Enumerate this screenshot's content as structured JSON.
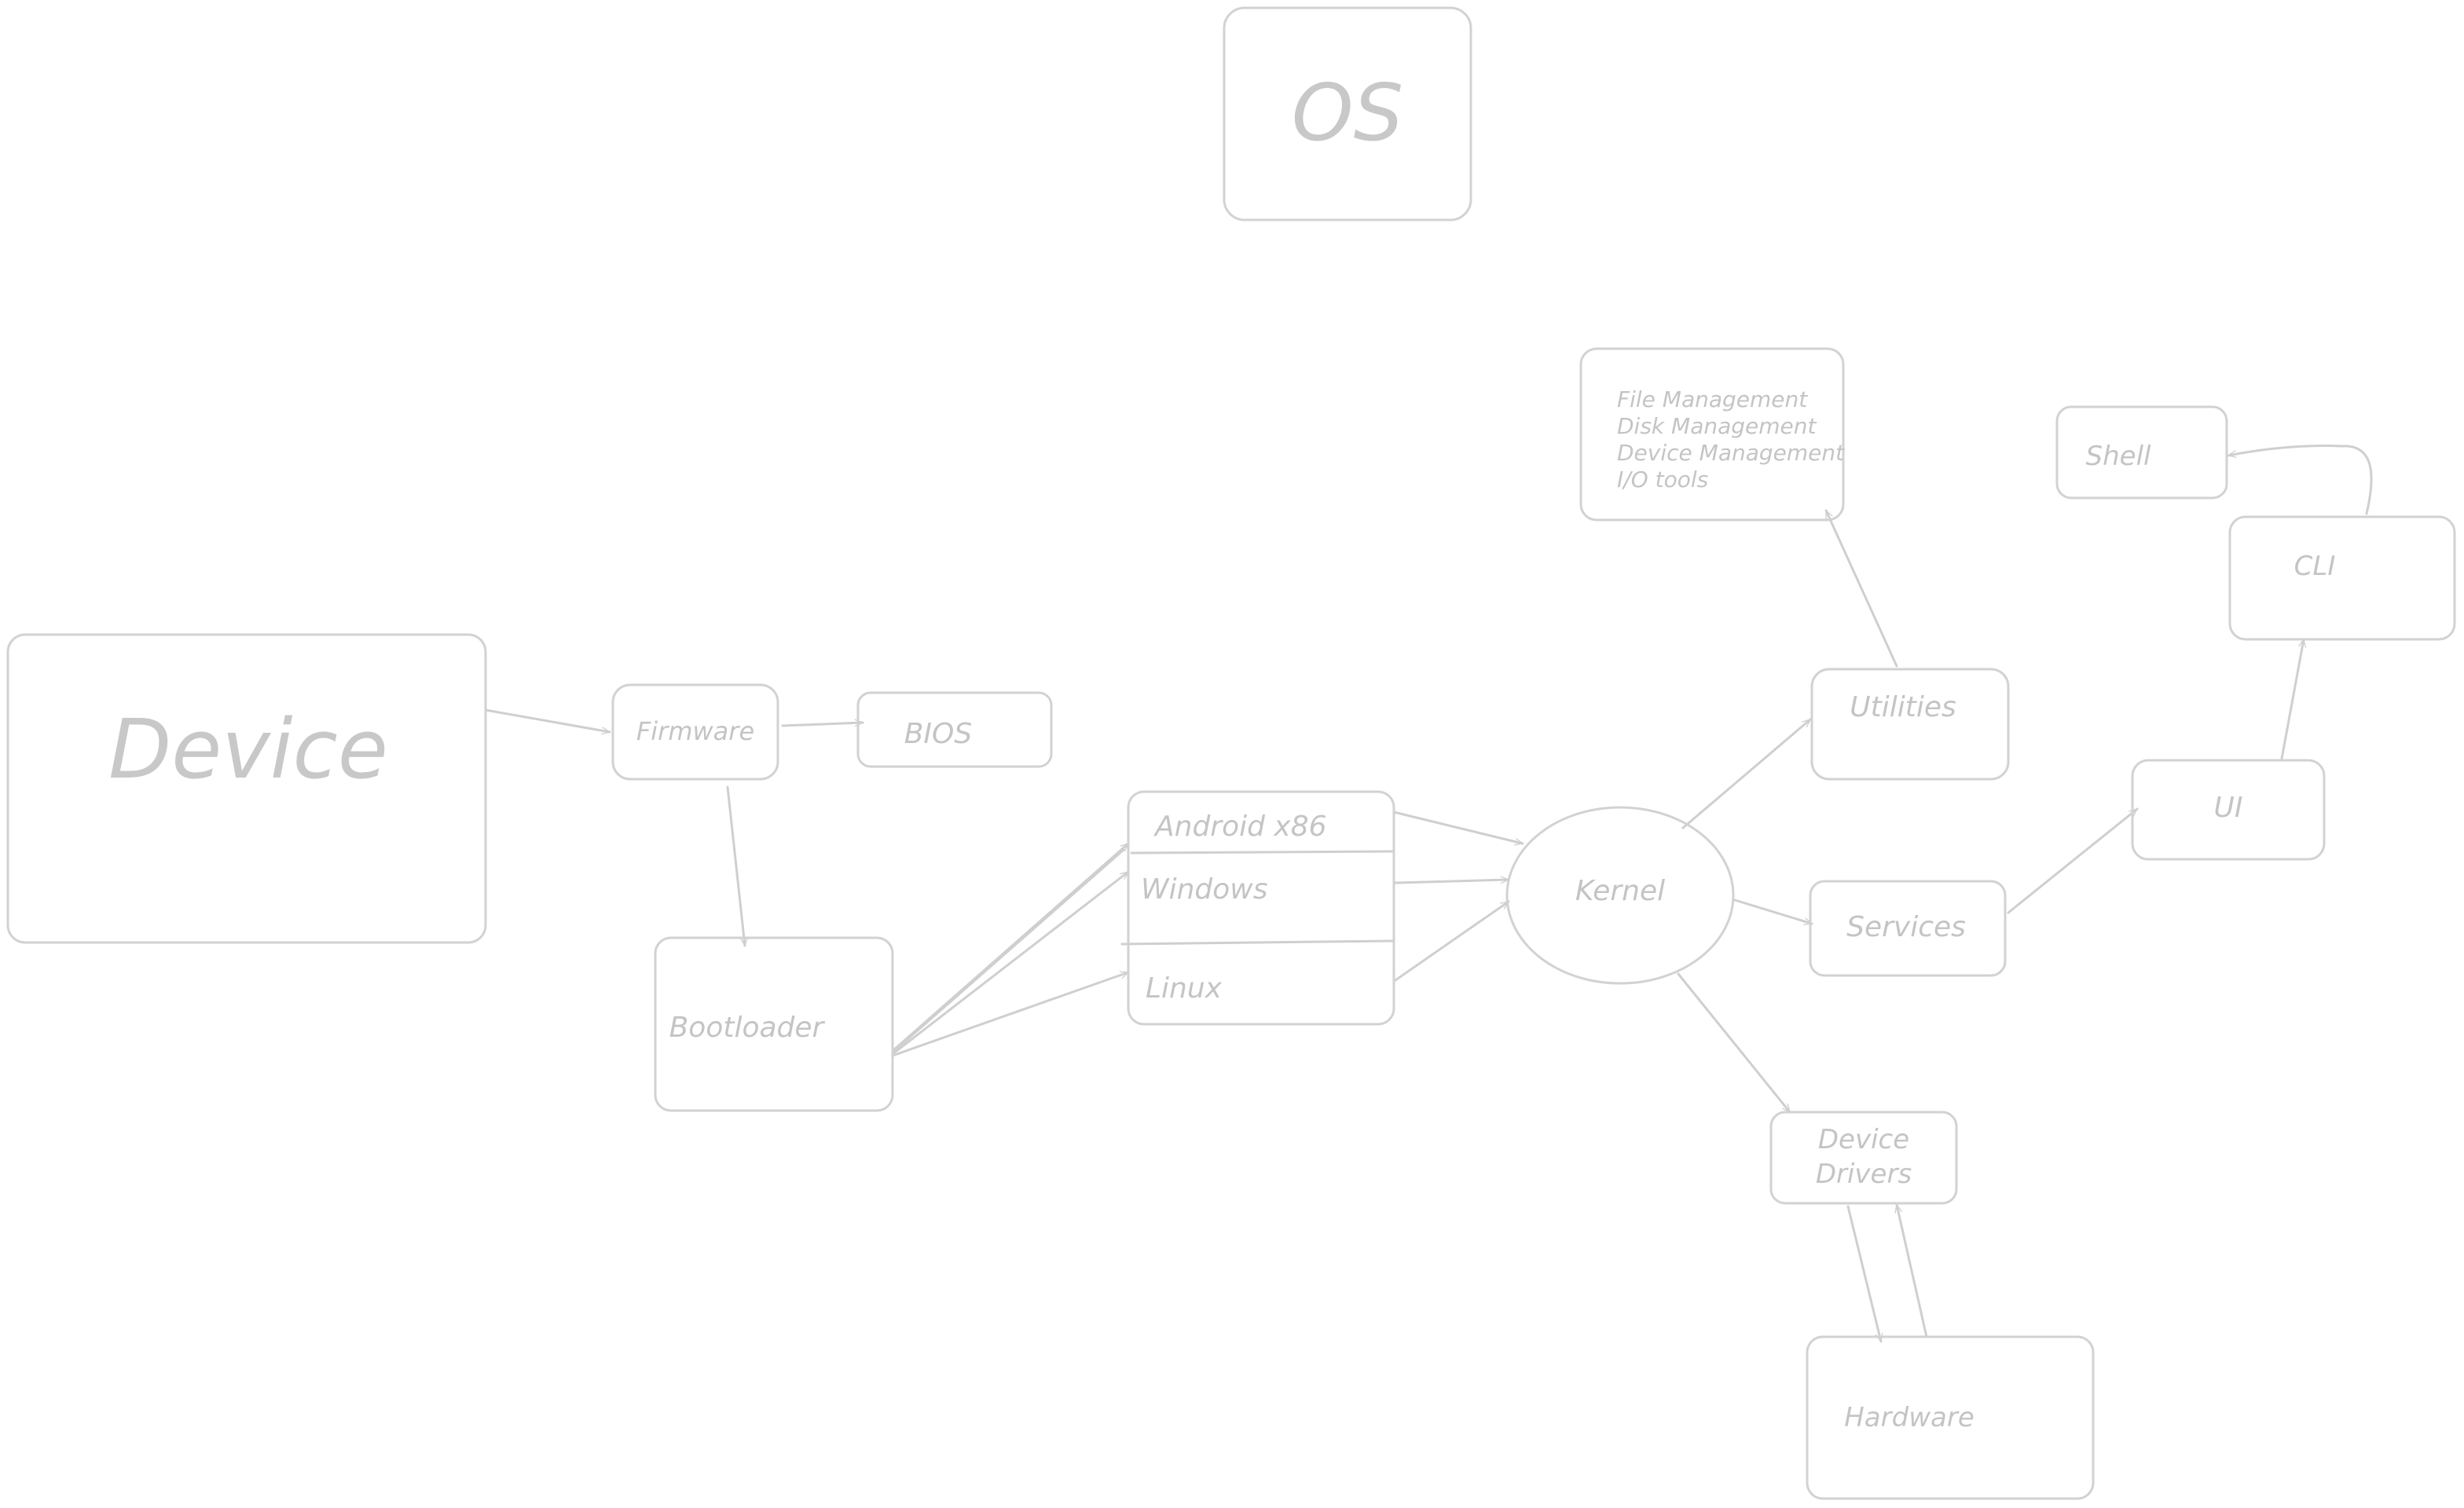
{
  "diagram": {
    "title": "OS",
    "nodes": {
      "device": "Device",
      "firmware": "Firmware",
      "bios": "BIOS",
      "bootloader": "Bootloader",
      "os_android": "Android x86",
      "os_windows": "Windows",
      "os_linux": "Linux",
      "kernel": "Kernel",
      "utilities": "Utilities",
      "utilities_detail": [
        "File Management",
        "Disk Management",
        "Device Management",
        "I/O tools"
      ],
      "services": "Services",
      "ui": "UI",
      "cli": "CLI",
      "shell": "Shell",
      "device_drivers": [
        "Device",
        "Drivers"
      ],
      "hardware": "Hardware"
    },
    "edges": [
      {
        "from": "Device",
        "to": "Firmware"
      },
      {
        "from": "Firmware",
        "to": "BIOS"
      },
      {
        "from": "Firmware",
        "to": "Bootloader"
      },
      {
        "from": "Bootloader",
        "to": "Android x86"
      },
      {
        "from": "Bootloader",
        "to": "Windows"
      },
      {
        "from": "Bootloader",
        "to": "Linux"
      },
      {
        "from": "Android x86",
        "to": "Kernel"
      },
      {
        "from": "Windows",
        "to": "Kernel"
      },
      {
        "from": "Linux",
        "to": "Kernel"
      },
      {
        "from": "Kernel",
        "to": "Utilities"
      },
      {
        "from": "Kernel",
        "to": "Services"
      },
      {
        "from": "Kernel",
        "to": "Device Drivers"
      },
      {
        "from": "Utilities",
        "to": "File Management"
      },
      {
        "from": "Services",
        "to": "UI"
      },
      {
        "from": "UI",
        "to": "CLI"
      },
      {
        "from": "CLI",
        "to": "Shell"
      },
      {
        "from": "Device Drivers",
        "to": "Hardware"
      },
      {
        "from": "Hardware",
        "to": "Device Drivers"
      }
    ],
    "colors": {
      "stroke": "#d2d2d2",
      "text": "#c4c4c4",
      "background": "#ffffff"
    }
  }
}
